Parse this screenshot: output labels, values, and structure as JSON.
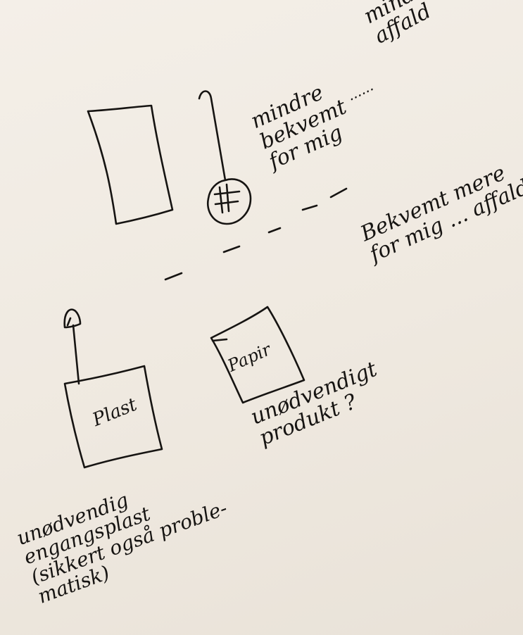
{
  "notes": {
    "top_right": "mindre\naffald",
    "top_ellipsis": "......",
    "top_left": "mindre\nbekvemt\nfor mig",
    "middle_right": "Bekvemt mere\nfor mig ... affald",
    "plast_label": "Plast",
    "papir_label": "Papir",
    "papir_caption": "unødvendigt\nprodukt ?",
    "plast_caption": "unødvendig\nengangsplast\n(sikkert også proble-\nmatisk)"
  },
  "colors": {
    "paper": "#f1ece4",
    "ink": "#161412"
  }
}
